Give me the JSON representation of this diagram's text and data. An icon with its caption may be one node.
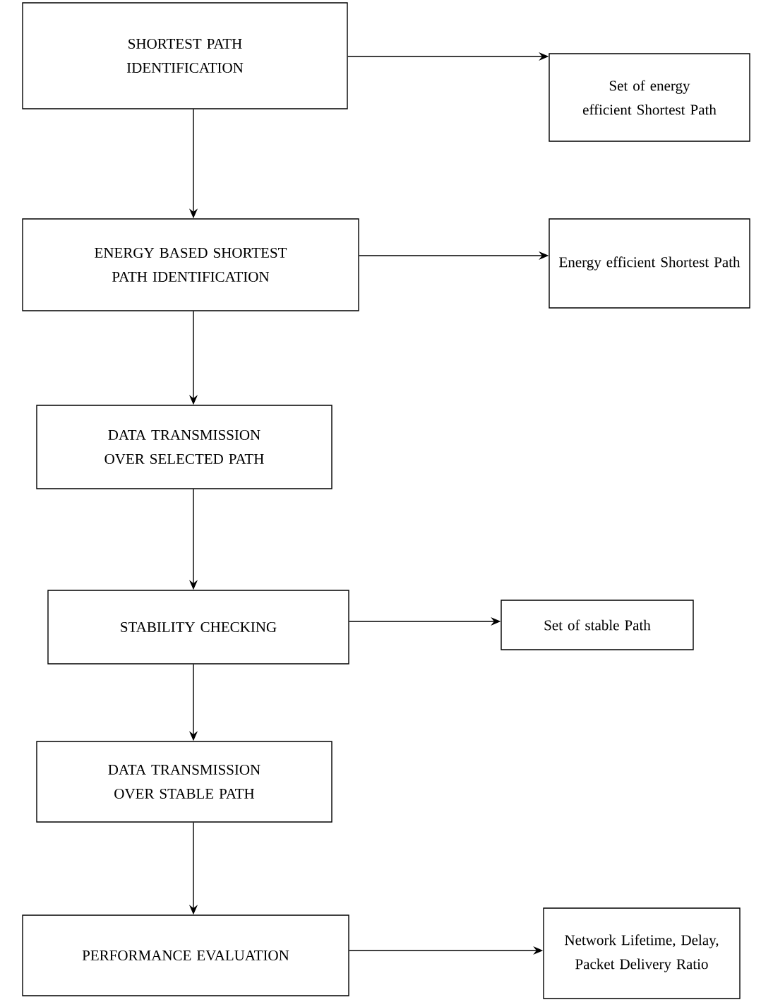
{
  "diagram": {
    "nodes": [
      {
        "text": [
          "SHORTEST PATH IDENTIFICATION"
        ]
      },
      {
        "text": [
          "Set of energy efficient Shortest Path"
        ]
      },
      {
        "text": [
          "ENERGY BASED SHORTEST PATH IDENTIFICATION"
        ]
      },
      {
        "text": [
          "Energy efficient Shortest Path"
        ]
      },
      {
        "text": [
          "DATA TRANSMISSION OVER SELECTED PATH"
        ]
      },
      {
        "text": [
          "STABILITY CHECKING"
        ]
      },
      {
        "text": [
          "Set of stable Path"
        ]
      },
      {
        "text": [
          "DATA TRANSMISSION OVER STABLE PATH"
        ]
      },
      {
        "text": [
          "PERFORMANCE EVALUATION"
        ]
      },
      {
        "text": [
          "Network Lifetime, Delay, Packet Delivery Ratio"
        ]
      }
    ],
    "edges": [
      {
        "from": 0,
        "to": 1,
        "arrow": "to"
      },
      {
        "from": 0,
        "to": 2,
        "arrow": "to"
      },
      {
        "from": 2,
        "to": 3,
        "arrow": "to"
      },
      {
        "from": 2,
        "to": 4,
        "arrow": "to"
      },
      {
        "from": 4,
        "to": 5,
        "arrow": "to"
      },
      {
        "from": 5,
        "to": 6,
        "arrow": "to"
      },
      {
        "from": 5,
        "to": 7,
        "arrow": "to"
      },
      {
        "from": 7,
        "to": 8,
        "arrow": "to"
      },
      {
        "from": 8,
        "to": 9,
        "arrow": "to"
      }
    ]
  }
}
